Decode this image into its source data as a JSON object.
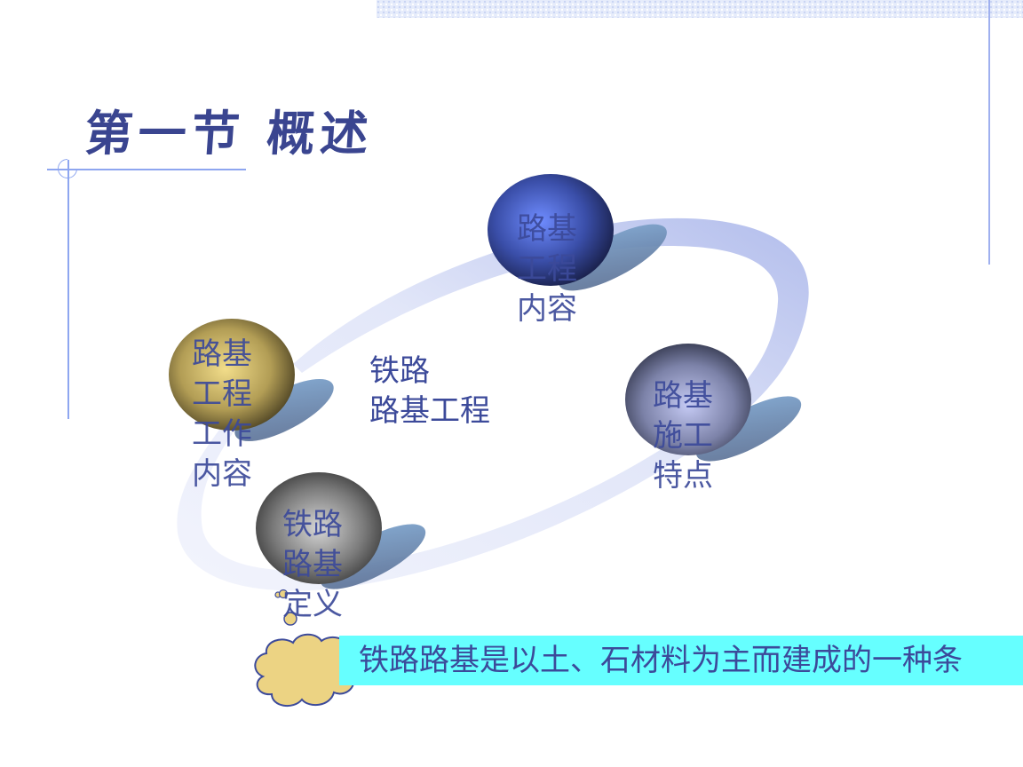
{
  "slide": {
    "title": "第一节 概述",
    "center": {
      "label": "铁路\n路基工程"
    },
    "nodes": [
      {
        "id": "content",
        "label": "路基\n工程\n内容",
        "color": "#5a72e0"
      },
      {
        "id": "work-content",
        "label": "路基\n工程\n工作\n内容",
        "color": "#e9d47a"
      },
      {
        "id": "features",
        "label": "路基\n施工\n特点",
        "color": "#aab0dd"
      },
      {
        "id": "definition",
        "label": "铁路\n路基\n定义",
        "color": "#bdbdbd"
      }
    ],
    "definition_text": "铁路路基是以土、石材料为主而建成的一种条",
    "colors": {
      "title": "#3a4590",
      "label_text": "#3c4a9a",
      "definition_bg": "#66ffff",
      "cloud_fill": "#ecd383",
      "ring": "#b3bfeb",
      "shadow": "#6f96c2",
      "rule": "#8ea6f0"
    }
  }
}
